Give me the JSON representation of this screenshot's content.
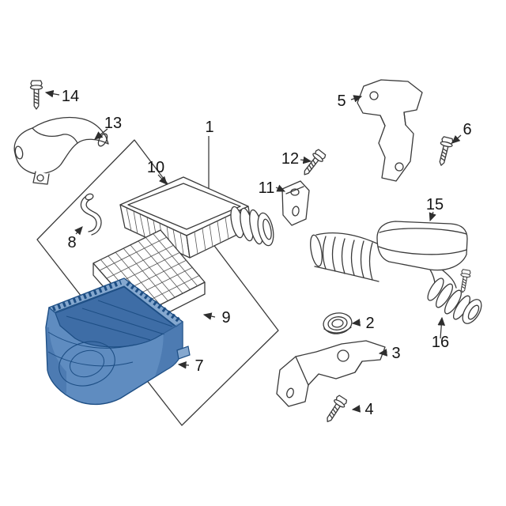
{
  "diagram": {
    "callouts": [
      {
        "label": "1"
      },
      {
        "label": "2"
      },
      {
        "label": "3"
      },
      {
        "label": "4"
      },
      {
        "label": "5"
      },
      {
        "label": "6"
      },
      {
        "label": "7"
      },
      {
        "label": "8"
      },
      {
        "label": "9"
      },
      {
        "label": "10"
      },
      {
        "label": "11"
      },
      {
        "label": "12"
      },
      {
        "label": "13"
      },
      {
        "label": "14"
      },
      {
        "label": "15"
      },
      {
        "label": "16"
      }
    ],
    "colors": {
      "background": "#ffffff",
      "line": "#3a3a3a",
      "highlight_fill": "#5f8cc0",
      "highlight_light": "#85a8cf",
      "highlight_dark": "#3e6da6",
      "highlight_stroke": "#1d4e84"
    }
  }
}
